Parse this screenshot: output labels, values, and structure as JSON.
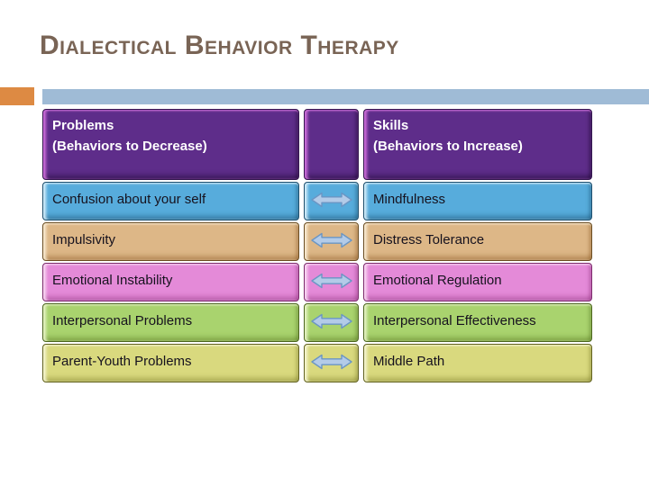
{
  "slide": {
    "title": "Dialectical Behavior Therapy",
    "colors": {
      "title_text": "#796455",
      "accent_orange_square": "#dd8a43",
      "accent_bar_blue": "#9fbbd6",
      "background": "#ffffff"
    }
  },
  "table": {
    "header": {
      "left_title": "Problems",
      "left_subtitle": "(Behaviors to Decrease)",
      "right_title": "Skills",
      "right_subtitle": "(Behaviors to Increase)",
      "color": "#5e2d8a",
      "text_color": "#ffffff"
    },
    "rows": [
      {
        "problem": "Confusion about your self",
        "skill": "Mindfulness",
        "color": "#57acdc"
      },
      {
        "problem": "Impulsivity",
        "skill": "Distress Tolerance",
        "color": "#ddb787"
      },
      {
        "problem": "Emotional Instability",
        "skill": "Emotional Regulation",
        "color": "#e48ad8"
      },
      {
        "problem": "Interpersonal Problems",
        "skill": "Interpersonal Effectiveness",
        "color": "#a9d36e"
      },
      {
        "problem": "Parent-Youth Problems",
        "skill": "Middle Path",
        "color": "#d9d97e"
      }
    ],
    "arrow_icon": {
      "name": "left-right-arrow",
      "fill": "#b3cbe8",
      "stroke": "#6b96c4"
    }
  }
}
